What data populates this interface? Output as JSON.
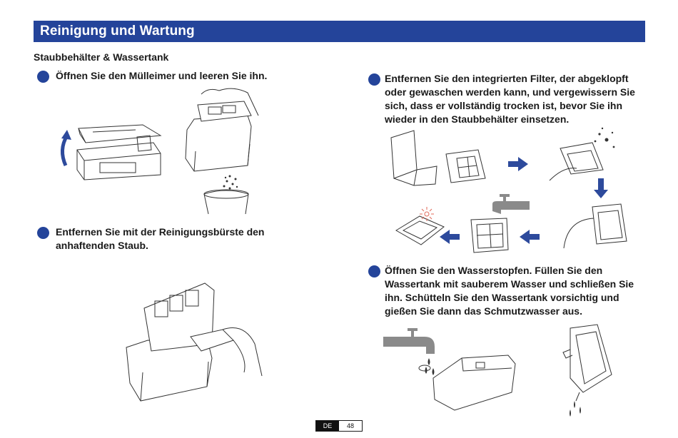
{
  "header": {
    "title": "Reinigung und Wartung"
  },
  "section": {
    "heading": "Staubbehälter & Wassertank"
  },
  "steps": [
    {
      "text": "Öffnen Sie den Mülleimer und leeren Sie ihn."
    },
    {
      "text": "Entfernen Sie mit der Reinigungsbürste den anhaftenden Staub."
    },
    {
      "text": "Entfernen Sie den integrierten Filter, der abgeklopft oder gewaschen werden kann, und vergewissern Sie sich, dass er vollständig trocken ist, bevor Sie ihn wieder in den Staubbehälter einsetzen."
    },
    {
      "text": "Öffnen Sie den Wasserstopfen. Füllen Sie den Wassertank mit sauberem Wasser und schließen Sie ihn. Schütteln Sie den Wassertank vorsichtig und gießen Sie dann das Schmutzwasser aus."
    }
  ],
  "footer": {
    "language": "DE",
    "page": "48"
  },
  "colors": {
    "accent": "#24449a",
    "arrow": "#2d4a9c",
    "tap": "#8a8a8a",
    "line": "#333333"
  }
}
